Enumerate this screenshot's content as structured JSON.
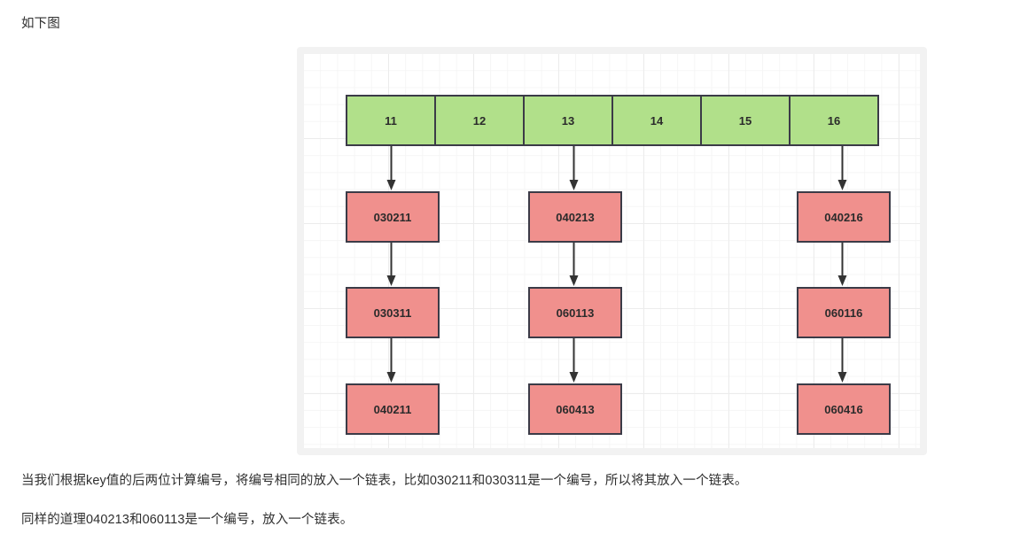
{
  "text": {
    "intro": "如下图",
    "note1": "当我们根据key值的后两位计算编号，将编号相同的放入一个链表，比如030211和030311是一个编号，所以将其放入一个链表。",
    "note2": "同样的道理040213和060113是一个编号，放入一个链表。"
  },
  "diagram": {
    "array": {
      "cells": [
        {
          "label": "11"
        },
        {
          "label": "12"
        },
        {
          "label": "13"
        },
        {
          "label": "14"
        },
        {
          "label": "15"
        },
        {
          "label": "16"
        }
      ]
    },
    "chains": [
      {
        "bucket": "11",
        "nodes": [
          {
            "label": "030211"
          },
          {
            "label": "030311"
          },
          {
            "label": "040211"
          }
        ]
      },
      {
        "bucket": "13",
        "nodes": [
          {
            "label": "040213"
          },
          {
            "label": "060113"
          },
          {
            "label": "060413"
          }
        ]
      },
      {
        "bucket": "16",
        "nodes": [
          {
            "label": "040216"
          },
          {
            "label": "060116"
          },
          {
            "label": "060416"
          }
        ]
      }
    ],
    "colors": {
      "array_cell_fill": "#b1e08a",
      "node_fill": "#f0908d",
      "stroke": "#3b3b47",
      "frame_bg": "#f2f2f2",
      "canvas_bg": "#ffffff",
      "grid_line": "#ececec",
      "arrow": "#333333"
    }
  }
}
